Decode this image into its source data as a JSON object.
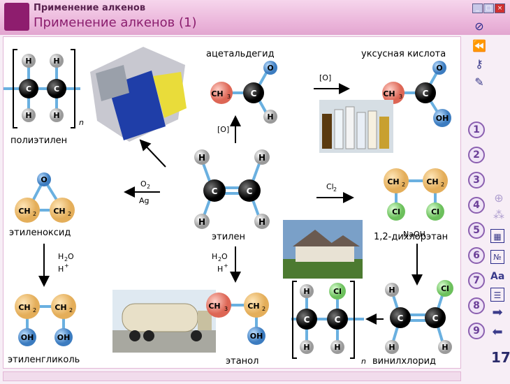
{
  "window": {
    "title": "Применение алкенов",
    "subtitle": "Применение алкенов (1)",
    "min": "_",
    "max": "□",
    "close": "×"
  },
  "labels": {
    "polyethylene": "полиэтилен",
    "acetaldehyde": "ацетальдегид",
    "acetic_acid": "уксусная кислота",
    "ethylene": "этилен",
    "ethylene_oxide": "этиленоксид",
    "dichloroethane": "1,2-дихлорэтан",
    "ethylene_glycol": "этиленгликоль",
    "ethanol": "этанол",
    "vinyl_chloride": "винилхлорид"
  },
  "reagents": {
    "oxidation1": "[O]",
    "oxidation2": "[O]",
    "o2": "O",
    "ag": "Ag",
    "cl2": "Cl",
    "h2o_a": "H",
    "h_plus_a": "H",
    "h2o_b": "H",
    "h_plus_b": "H",
    "naoh": "NaOH",
    "n1": "n",
    "n2": "n"
  },
  "atoms": {
    "H": "H",
    "C": "C",
    "O": "O",
    "OH": "OH",
    "Cl": "Cl",
    "CH2": "CH",
    "CH3": "CH"
  },
  "sidebar": {
    "numbers": [
      "1",
      "2",
      "3",
      "4",
      "5",
      "6",
      "7",
      "8",
      "9"
    ],
    "page": "17",
    "aa": "Aa",
    "no": "№"
  }
}
